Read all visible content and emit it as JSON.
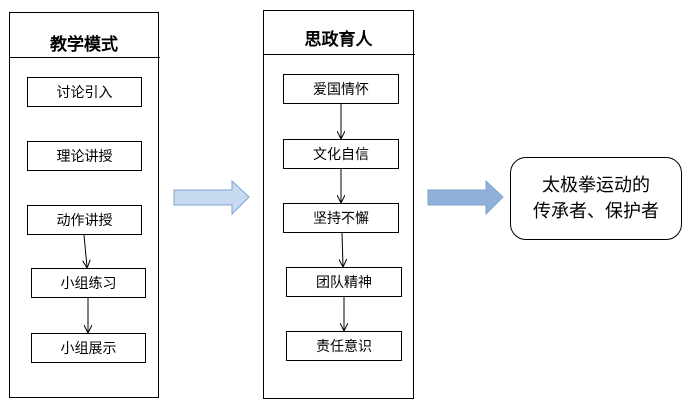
{
  "teaching_mode": {
    "title": "教学模式",
    "steps": [
      "讨论引入",
      "理论讲授",
      "动作讲授",
      "小组练习",
      "小组展示"
    ]
  },
  "ideological": {
    "title": "思政育人",
    "steps": [
      "爱国情怀",
      "文化自信",
      "坚持不懈",
      "团队精神",
      "责任意识"
    ]
  },
  "outcome": {
    "line1": "太极拳运动的",
    "line2": "传承者、保护者"
  },
  "colors": {
    "arrow_left_fill": "#c6d9ef",
    "arrow_right_fill": "#8fb1d9",
    "arrow_stroke": "#7fa3cc"
  }
}
